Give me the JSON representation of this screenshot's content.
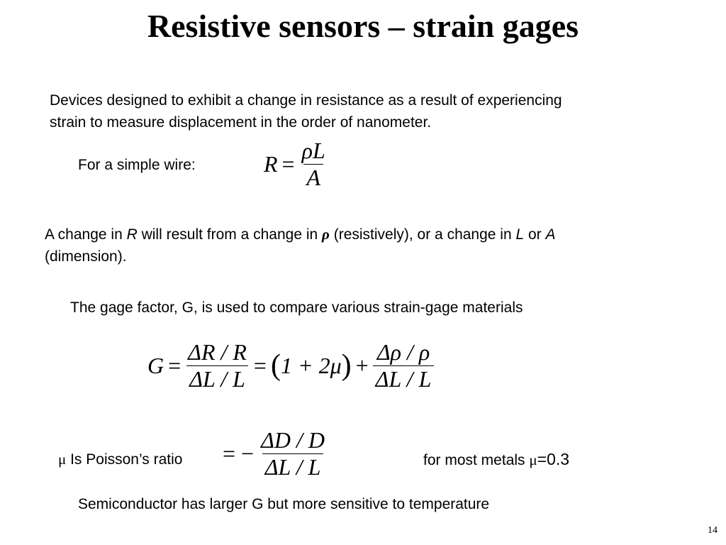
{
  "slide": {
    "title": "Resistive sensors – strain gages",
    "intro_line1": "Devices designed to exhibit a change in resistance as a result of experiencing",
    "intro_line2": "strain to measure displacement in the order of nanometer.",
    "wire_label": "For a simple wire:",
    "eq1": {
      "lhs": "R",
      "eq": "=",
      "num": "ρL",
      "den": "A"
    },
    "change": {
      "t1": "A change in ",
      "R": "R",
      "t2": " will result from a change in ",
      "rho": "ρ",
      "t3": "  (resistively), or a change in ",
      "L": "L",
      "t4": " or ",
      "A": "A",
      "line2": "(dimension)."
    },
    "gage_text": "The gage factor, G, is used to compare various strain-gage materials",
    "eq2": {
      "lhs": "G",
      "eq1": "=",
      "f1_num": "ΔR / R",
      "f1_den": "ΔL / L",
      "eq2": "=",
      "paren_open": "(",
      "inner": "1 + 2μ",
      "paren_close": ")",
      "plus": "+",
      "f2_num": "Δρ / ρ",
      "f2_den": "ΔL / L"
    },
    "poisson": {
      "mu": "μ",
      "label": " Is Poisson’s ratio",
      "eq": "= −",
      "num": "ΔD / D",
      "den": "ΔL / L",
      "metals": "for most metals ",
      "metals_mu": "μ",
      "metals_val": "=0.3"
    },
    "semiconductor": "Semiconductor has larger G but more sensitive to temperature",
    "page_number": "14"
  }
}
